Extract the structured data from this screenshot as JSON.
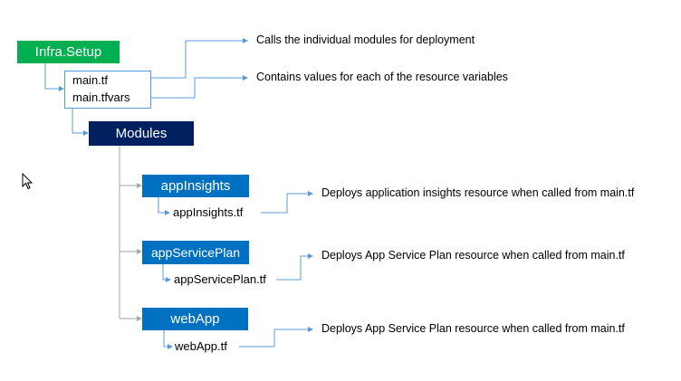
{
  "nodes": {
    "infra_setup": "Infra.Setup",
    "main_tf": "main.tf",
    "main_tfvars": "main.tfvars",
    "modules": "Modules",
    "app_insights": "appInsights",
    "app_insights_tf": "appInsights.tf",
    "app_service_plan": "appServicePlan",
    "app_service_plan_tf": "appServicePlan.tf",
    "web_app": "webApp",
    "web_app_tf": "webApp.tf"
  },
  "annotations": {
    "main_tf": "Calls the individual modules for deployment",
    "main_tfvars": "Contains values for each of the resource variables",
    "app_insights": "Deploys application insights resource when called from main.tf",
    "app_service_plan": "Deploys App Service Plan resource when called from main.tf",
    "web_app": "Deploys App Service Plan resource when called from main.tf"
  },
  "colors": {
    "infra_setup": "#00b050",
    "modules": "#002060",
    "module_box": "#0070c0",
    "connector": "#5b9bd5"
  },
  "icons": {
    "cursor": "mouse-pointer-icon"
  }
}
